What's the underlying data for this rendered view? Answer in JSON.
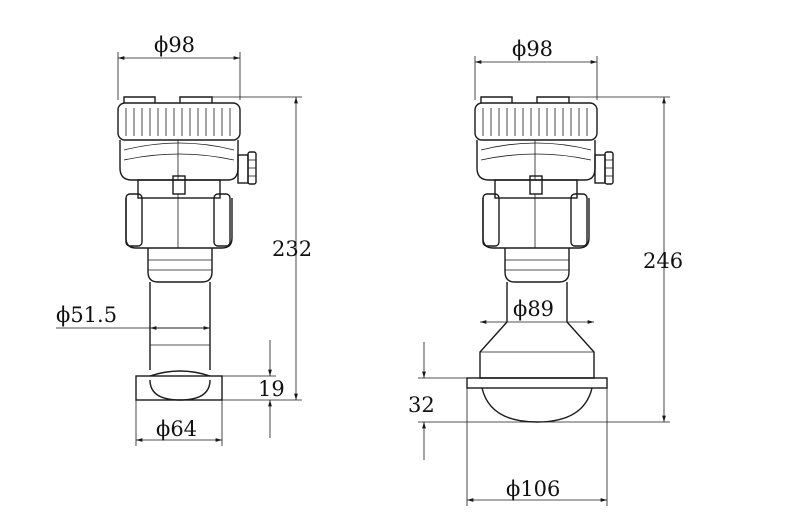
{
  "devices": [
    {
      "id": "left",
      "labels": {
        "head_diameter": "ϕ98",
        "height": "232",
        "stem_diameter": "ϕ51.5",
        "flange_height": "19",
        "flange_diameter": "ϕ64"
      }
    },
    {
      "id": "right",
      "labels": {
        "head_diameter": "ϕ98",
        "height": "246",
        "horn_diameter": "ϕ89",
        "flange_height": "32",
        "flange_diameter": "ϕ106"
      }
    }
  ]
}
